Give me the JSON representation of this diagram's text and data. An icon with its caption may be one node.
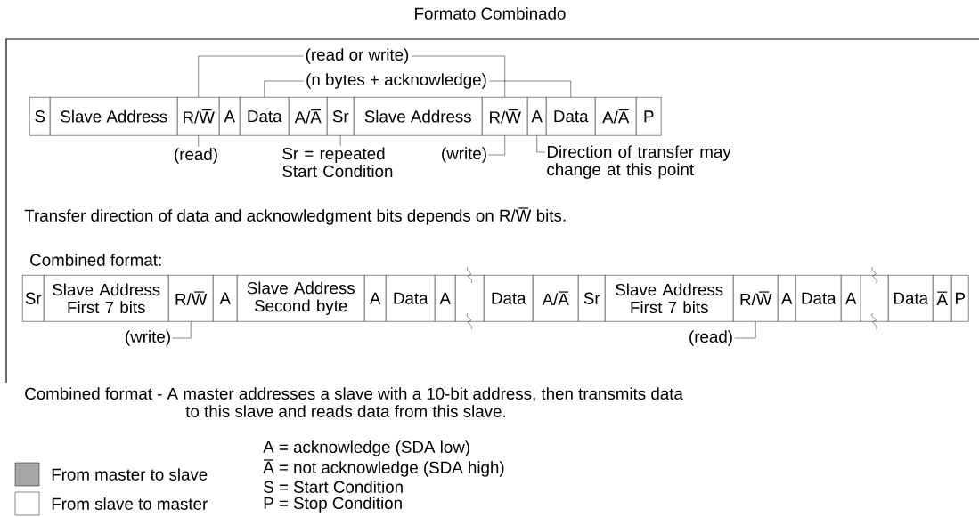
{
  "diagram": {
    "title": "Formato Combinado",
    "nodes": [
      {
        "text": [
          "S"
        ]
      },
      {
        "text": [
          "Slave Address"
        ]
      },
      {
        "text": [
          "R/W̅"
        ]
      },
      {
        "text": [
          "A"
        ]
      },
      {
        "text": [
          "Data"
        ]
      },
      {
        "text": [
          "A/A̅"
        ]
      },
      {
        "text": [
          "Sr"
        ]
      },
      {
        "text": [
          "Slave Address"
        ]
      },
      {
        "text": [
          "R/W̅"
        ]
      },
      {
        "text": [
          "A"
        ]
      },
      {
        "text": [
          "Data"
        ]
      },
      {
        "text": [
          "A/A̅"
        ]
      },
      {
        "text": [
          "P"
        ]
      },
      {
        "text": [
          "(read)"
        ]
      },
      {
        "text": [
          "Sr = repeated Start Condition"
        ]
      },
      {
        "text": [
          "(write)"
        ]
      },
      {
        "text": [
          "Direction of transfer may change at this point"
        ]
      },
      {
        "text": [
          "Sr"
        ]
      },
      {
        "text": [
          "Slave Address First 7 bits"
        ]
      },
      {
        "text": [
          "R/W̅"
        ]
      },
      {
        "text": [
          "A"
        ]
      },
      {
        "text": [
          "Slave Address Second byte"
        ]
      },
      {
        "text": [
          "A"
        ]
      },
      {
        "text": [
          "Data"
        ]
      },
      {
        "text": [
          "A"
        ]
      },
      {
        "text": [],
        "shape": "box"
      },
      {
        "text": [
          "Data"
        ]
      },
      {
        "text": [
          "A/A̅"
        ]
      },
      {
        "text": [
          "Sr"
        ]
      },
      {
        "text": [
          "Slave Address First 7 bits"
        ]
      },
      {
        "text": [
          "R/W̅"
        ]
      },
      {
        "text": [
          "A"
        ]
      },
      {
        "text": [
          "Data"
        ]
      },
      {
        "text": [
          "A"
        ]
      },
      {
        "text": [],
        "shape": "box"
      },
      {
        "text": [
          "Data"
        ]
      },
      {
        "text": [
          "A̅"
        ]
      },
      {
        "text": [
          "P"
        ]
      },
      {
        "text": [
          "(write)"
        ]
      },
      {
        "text": [
          "(read)"
        ]
      }
    ],
    "edges": [
      {
        "from": 2,
        "to": 8,
        "arrow": "none",
        "label": "(read or write)"
      },
      {
        "from": 4,
        "to": 10,
        "arrow": "none",
        "label": "(n bytes + acknowledge)"
      },
      {
        "from": 13,
        "to": 2,
        "arrow": "none"
      },
      {
        "from": 14,
        "to": 6,
        "arrow": "none"
      },
      {
        "from": 15,
        "to": 8,
        "arrow": "none"
      },
      {
        "from": 16,
        "to": 9,
        "arrow": "none"
      },
      {
        "from": 38,
        "to": 19,
        "arrow": "none"
      },
      {
        "from": 39,
        "to": 30,
        "arrow": "none"
      }
    ],
    "labels": [
      "Transfer direction of data and acknowledgment bits depends on R/W̅ bits.",
      "Combined format:",
      "Combined format - A master addresses a slave with a 10-bit address, then transmits data to this slave and reads data from this slave.",
      "A = acknowledge (SDA low)",
      "A̅ = not acknowledge (SDA high)",
      "S = Start Condition",
      "P = Stop Condition"
    ],
    "legend": [
      {
        "text": "From master to slave",
        "color": "#a6a6a6"
      },
      {
        "text": "From slave to master"
      }
    ]
  }
}
